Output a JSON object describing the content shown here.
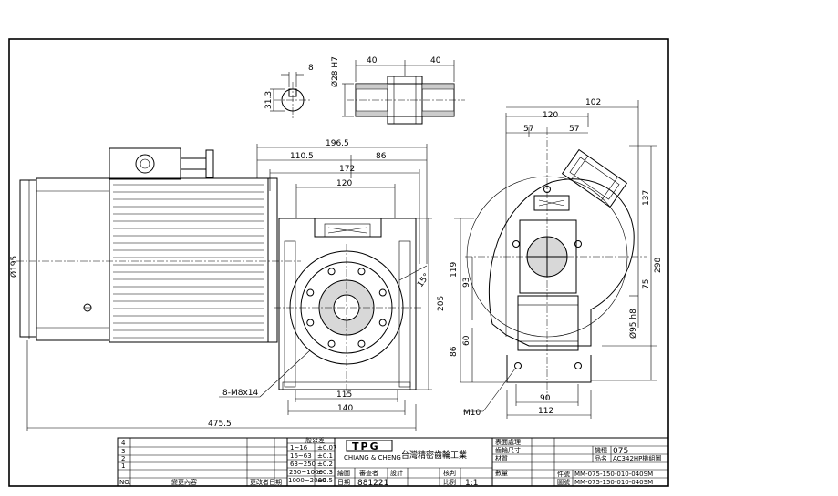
{
  "dimensions": {
    "top_view": {
      "key_width": "8",
      "bore_depth": "31.3",
      "bore_dia": "Ø28 H7",
      "shaft_left": "40",
      "shaft_right": "40"
    },
    "side_view": {
      "overall_length": "196.5",
      "left_part": "110.5",
      "right_part": "86",
      "flange_width": "172",
      "inner_width": "120",
      "motor_dia": "Ø195",
      "total_length": "475.5"
    },
    "front_view": {
      "height_205": "205",
      "angle_15": "15°",
      "bolt_label": "8-M8x14",
      "bolt_span": "115",
      "base_width": "140"
    },
    "right_view": {
      "dim_102": "102",
      "dim_120": "120",
      "half_left": "57",
      "half_right": "57",
      "h_119": "119",
      "h_93": "93",
      "h_86": "86",
      "h_60": "60",
      "h_137": "137",
      "h_298": "298",
      "h_75": "75",
      "shaft_dia": "Ø95 h8",
      "m10_label": "M10",
      "base_90": "90",
      "base_112": "112"
    }
  },
  "title_block": {
    "revision_rows": [
      "4",
      "3",
      "2",
      "1"
    ],
    "rev_header_no": "NO.",
    "rev_header_content": "變更內容",
    "rev_header_date": "更改者日期",
    "tolerance_header": "一般公差",
    "tolerance_rows": [
      {
        "range": "1~16",
        "tol": "±0.07"
      },
      {
        "range": "16~63",
        "tol": "±0.1"
      },
      {
        "range": "63~250",
        "tol": "±0.2"
      },
      {
        "range": "250~1000",
        "tol": "±0.3"
      },
      {
        "range": "1000~2000",
        "tol": "±0.5"
      }
    ],
    "logo_text": "TPG",
    "logo_sub": "CHIANG & CHENG",
    "company": "台灣精密齒輪工業",
    "drawn_label": "繪圖",
    "designer_label": "審查者",
    "design_label": "設計",
    "approve_label": "核判",
    "date_label": "日期",
    "date_value": "881221",
    "ratio_label": "比例",
    "ratio_value": "1:1",
    "right_labels": [
      "表面處理",
      "齒輪尺寸",
      "材質",
      "數量"
    ],
    "model_label": "機種",
    "model_value": "075",
    "name_label": "品名",
    "name_value": "AC342HP機組圖",
    "drawing_no_label": "件號",
    "drawing_no_value": "MM-075-150-010-040SM",
    "part_no_label": "圖號",
    "part_no_value": "MM-075-150-010-040SM"
  }
}
